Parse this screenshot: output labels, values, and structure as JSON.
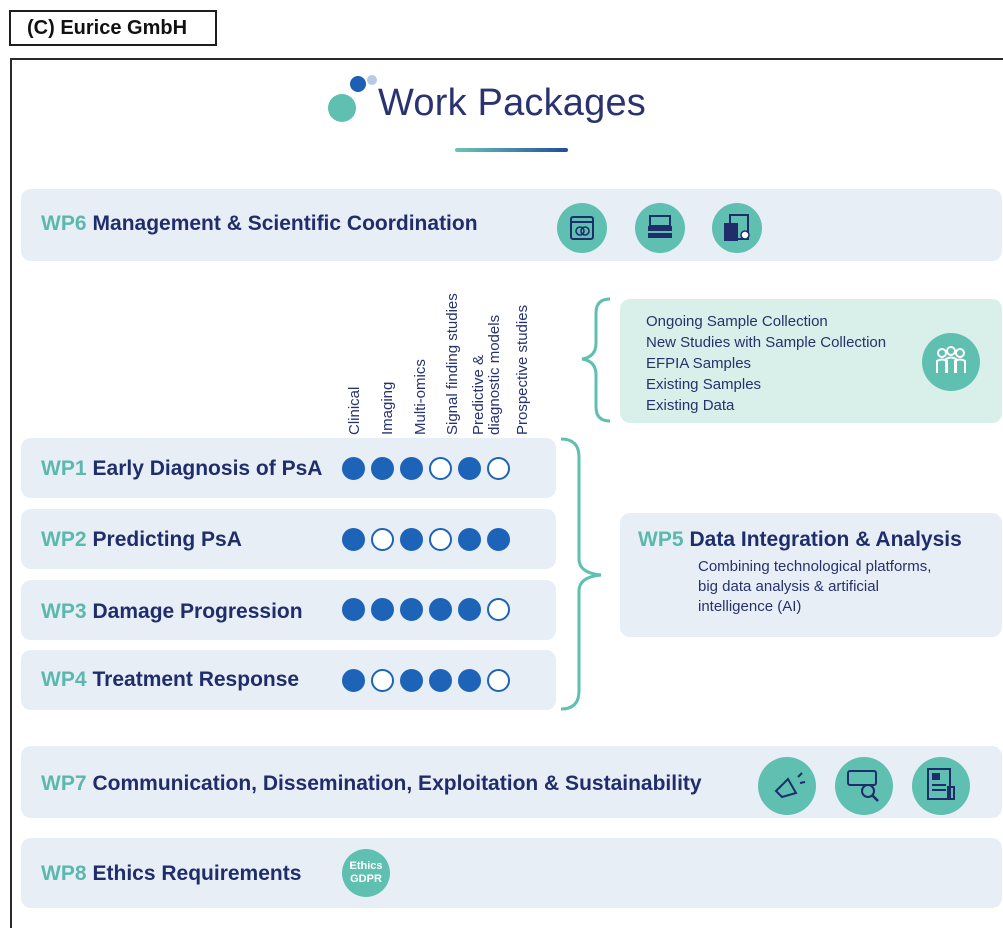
{
  "copyright": "(C) Eurice GmbH",
  "title": "Work Packages",
  "columns": [
    "Clinical",
    "Imaging",
    "Multi-omics",
    "Signal finding studies",
    "Predictive &",
    "diagnostic models",
    "Prospective studies"
  ],
  "wp6": {
    "num": "WP6",
    "name": "Management & Scientific Coordination"
  },
  "samples": [
    "Ongoing Sample Collection",
    "New Studies with Sample Collection",
    "EFPIA Samples",
    "Existing Samples",
    "Existing Data"
  ],
  "wps": [
    {
      "num": "WP1",
      "name": "Early Diagnosis of PsA",
      "dots": [
        1,
        1,
        1,
        0,
        1,
        0
      ]
    },
    {
      "num": "WP2",
      "name": "Predicting PsA",
      "dots": [
        1,
        0,
        1,
        0,
        1,
        1
      ]
    },
    {
      "num": "WP3",
      "name": "Damage Progression",
      "dots": [
        1,
        1,
        1,
        1,
        1,
        0
      ]
    },
    {
      "num": "WP4",
      "name": "Treatment Response",
      "dots": [
        1,
        0,
        1,
        1,
        1,
        0
      ]
    }
  ],
  "wp5": {
    "num": "WP5",
    "name": "Data Integration & Analysis",
    "desc": [
      "Combining technological platforms,",
      "big data analysis & artificial",
      "intelligence (AI)"
    ]
  },
  "wp7": {
    "num": "WP7",
    "name": "Communication, Dissemination, Exploitation & Sustainability"
  },
  "wp8": {
    "num": "WP8",
    "name": "Ethics Requirements",
    "badge_line1": "Ethics",
    "badge_line2": "GDPR"
  },
  "icons": {
    "wp6": [
      "calendar-meeting-icon",
      "document-stack-icon",
      "calculator-document-icon"
    ],
    "samples": "people-group-icon",
    "wp7": [
      "megaphone-icon",
      "web-search-icon",
      "news-document-icon"
    ]
  },
  "colors": {
    "teal": "#5fbfb1",
    "navy": "#1f2d6b",
    "dot_blue": "#1d63b8",
    "band": "#e8eef6",
    "samples_bg": "#d9efe9"
  }
}
